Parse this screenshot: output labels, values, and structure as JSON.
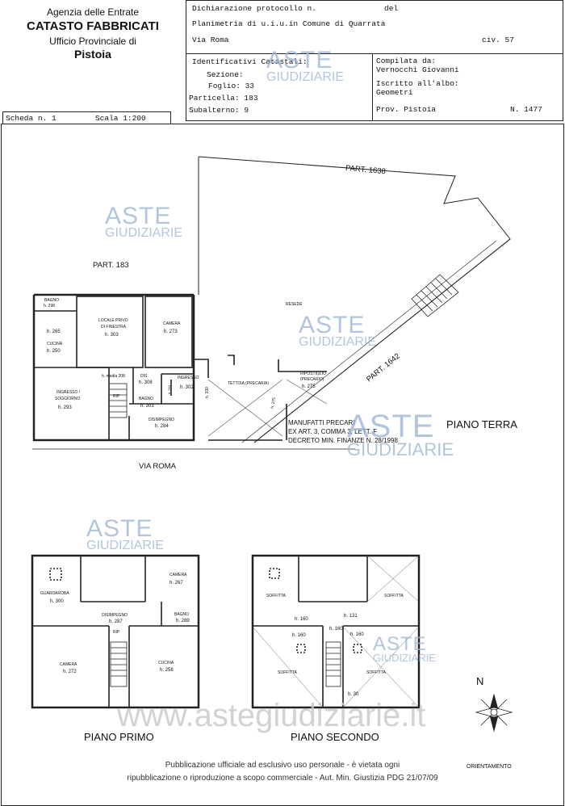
{
  "header": {
    "agency_line1": "Agenzia delle Entrate",
    "agency_line2": "CATASTO FABBRICATI",
    "agency_line3": "Ufficio Provinciale di",
    "agency_line4": "Pistoia",
    "dichiarazione": "Dichiarazione protocollo n.",
    "del": "del",
    "planimetria": "Planimetria di u.i.u.in Comune di Quarrata",
    "via": "Via Roma",
    "civ": "civ. 57",
    "identificativi": "Identificativi Catastali:",
    "sezione": "Sezione:",
    "foglio": "Foglio: 33",
    "particella": "Particella: 183",
    "subalterno": "Subalterno: 9",
    "compilata": "Compilata da:",
    "compilatore": "Vernocchi Giovanni",
    "iscritto": "Iscritto all'albo:",
    "albo": "Geometri",
    "prov": "Prov. Pistoia",
    "numero": "N. 1477",
    "scheda": "Scheda n. 1",
    "scala": "Scala 1:200"
  },
  "watermark": {
    "aste": "ASTE",
    "giudiziarie": "GIUDIZIARIE",
    "site": "www.astegiudiziarie.it"
  },
  "plan_terra": {
    "title": "PIANO TERRA",
    "part_1638": "PART. 1638",
    "part_183": "PART. 183",
    "part_1642": "PART. 1642",
    "via_roma": "VIA ROMA",
    "resede": "RESEDE",
    "rooms": {
      "bagno_label": "BAGNO",
      "bagno_h": "h. 298",
      "h265": "h. 265",
      "cucina_label": "CUCINA",
      "cucina_h": "h. 250",
      "locale1": "LOCALE PRIVO",
      "locale2": "DI FINESTRA",
      "locale_h": "h. 303",
      "camera_label": "CAMERA",
      "camera_h": "h. 273",
      "hmedia": "h. media 208",
      "dis_label": "DIS",
      "dis_h": "h. 308",
      "rip": "RIP",
      "rip_h": "h. 264",
      "ingresso_label": "INGRESSO",
      "ingresso_h": "h. 302",
      "bagno2_label": "BAGNO",
      "bagno2_h": "h. 303",
      "sogg1": "INGRESSO /",
      "sogg2": "SOGGIORNO",
      "sogg_h": "h. 293",
      "disimp_label": "DISIMPEGNO",
      "disimp_h": "h. 284",
      "h330": "h. 330",
      "tettoia": "TETTOIA (PRECARIA)",
      "h275a": "h. 275",
      "rip2_1": "RIPOSTIGLIO",
      "rip2_2": "(PRECARIO)",
      "rip2_h": "h. 275"
    },
    "manufatti1": "MANUFATTI PRECARI",
    "manufatti2": "EX ART. 3, COMMA 3, LETT. F",
    "manufatti3": "DECRETO MIN. FINANZE N. 28/1998"
  },
  "plan_primo": {
    "title": "PIANO PRIMO",
    "guardaroba": "GUARDAROBA",
    "guardaroba_h": "h. 300",
    "camera1": "CAMERA",
    "camera1_h": "h. 267",
    "disimp": "DISIMPEGNO",
    "disimp_h": "h. 287",
    "bagno": "BAGNO",
    "bagno_h": "h. 289",
    "rip": "RIP",
    "camera2": "CAMERA",
    "camera2_h": "h. 272",
    "cucina": "CUCINA",
    "cucina_h": "h. 258"
  },
  "plan_secondo": {
    "title": "PIANO SECONDO",
    "soffitta": "SOFFITTA",
    "h160": "h. 160",
    "h131": "h. 131",
    "h30": "h. 30"
  },
  "compass": {
    "n": "N",
    "label": "ORIENTAMENTO"
  },
  "footer": {
    "line1": "Pubblicazione ufficiale ad esclusivo uso personale - è vietata ogni",
    "line2": "ripubblicazione o riproduzione a scopo commerciale - Aut. Min. Giustizia PDG 21/07/09"
  }
}
